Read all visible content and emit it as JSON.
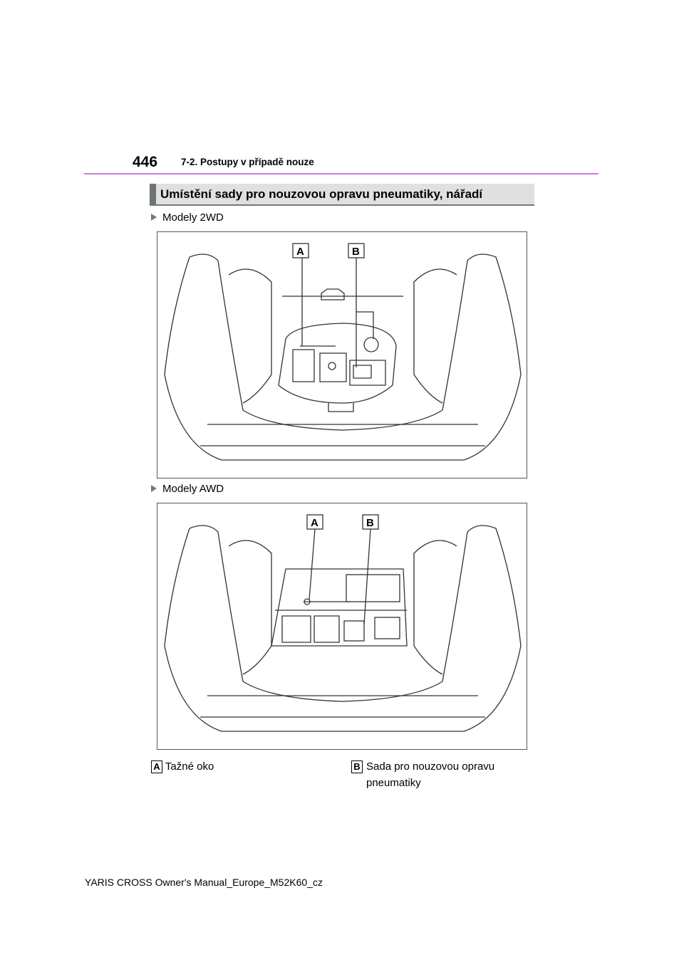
{
  "header": {
    "page_number": "446",
    "section": "7-2. Postupy v případě nouze"
  },
  "heading": "Umístění sady pro nouzovou opravu pneumatiky, nářadí",
  "figures": [
    {
      "caption": "Modely 2WD",
      "callouts": [
        "A",
        "B"
      ]
    },
    {
      "caption": "Modely AWD",
      "callouts": [
        "A",
        "B"
      ]
    }
  ],
  "legend": [
    {
      "key": "A",
      "text": "Tažné oko"
    },
    {
      "key": "B",
      "text": "Sada pro nouzovou opravu pneumatiky"
    }
  ],
  "footer": "YARIS CROSS Owner's Manual_Europe_M52K60_cz"
}
